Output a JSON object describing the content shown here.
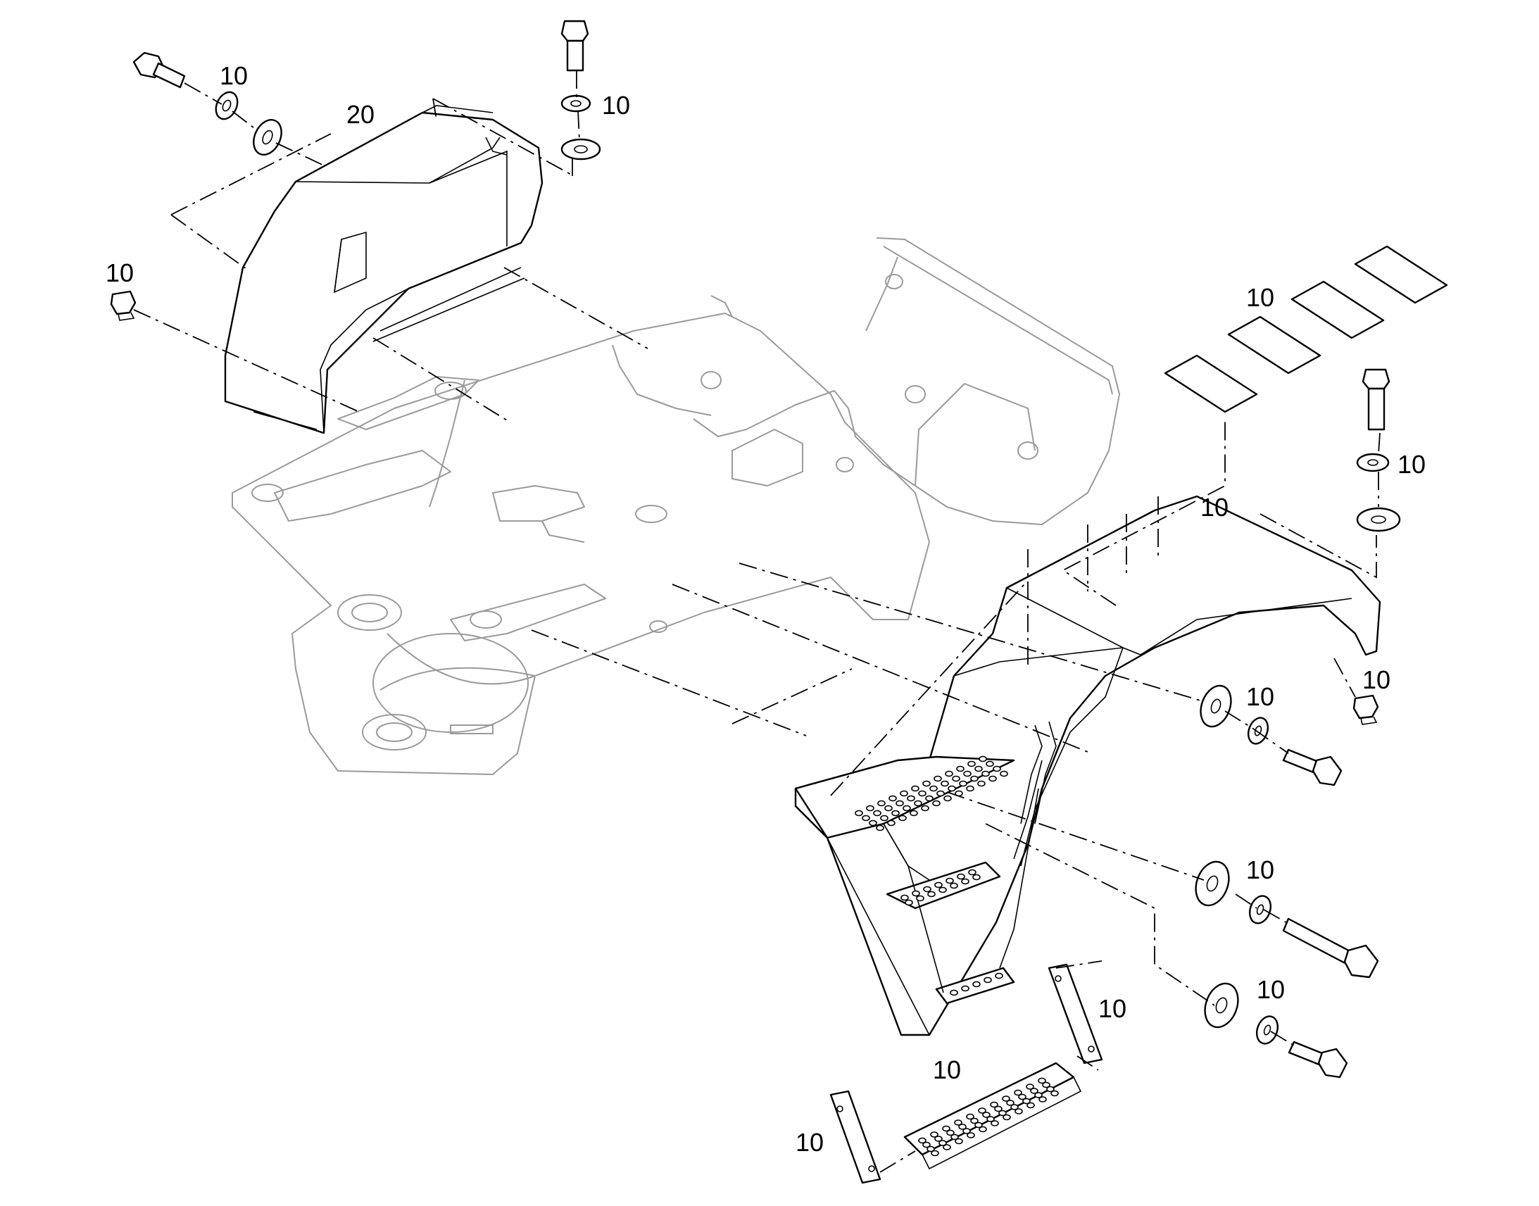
{
  "callouts": {
    "c01": "10",
    "c02": "10",
    "c03": "20",
    "c04": "10",
    "c05": "10",
    "c06": "10",
    "c07": "10",
    "c08": "10",
    "c09": "10",
    "c10": "10",
    "c11": "10",
    "c12": "10",
    "c13": "10",
    "c14": "10"
  },
  "colors": {
    "line": "#000000",
    "frame": "#9a9a9a",
    "background": "#ffffff"
  }
}
